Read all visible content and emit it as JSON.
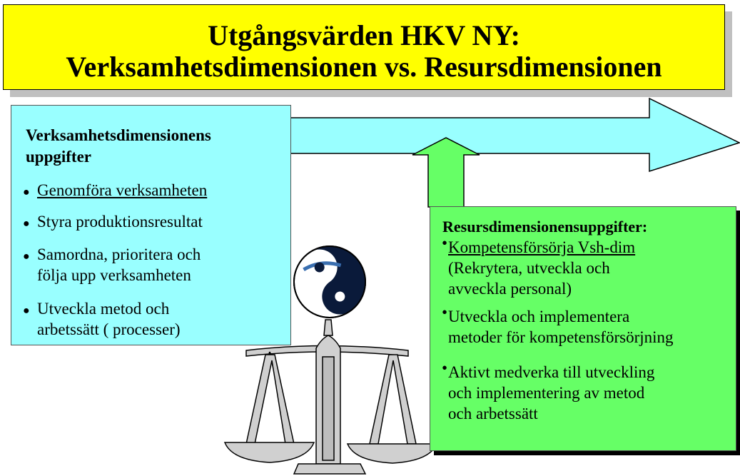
{
  "title": {
    "line1": "Utgångsvärden HKV NY:",
    "line2": "Verksamhetsdimensionen  vs.  Resursdimensionen"
  },
  "left_box": {
    "heading_line1": "Verksamhetsdimensionens",
    "heading_line2": "uppgifter",
    "items": [
      {
        "lines": [
          "Genomföra verksamheten"
        ]
      },
      {
        "lines": [
          "Styra produktionsresultat"
        ]
      },
      {
        "lines": [
          "Samordna, prioritera och",
          "följa upp verksamheten"
        ]
      },
      {
        "lines": [
          "Utveckla metod och",
          "arbetssätt ( processer)"
        ]
      }
    ]
  },
  "right_box": {
    "heading": "Resursdimensionensuppgifter:",
    "items": [
      {
        "lines": [
          "Kompetensförsörja Vsh-dim",
          "(Rekrytera, utveckla och",
          "avveckla personal)"
        ]
      },
      {
        "lines": [
          "Utveckla och implementera",
          "metoder för kompetensförsörjning"
        ]
      },
      {
        "lines": [
          "Aktivt medverka till utveckling",
          "och implementering av metod",
          "och arbetssätt"
        ]
      }
    ]
  },
  "colors": {
    "title_bg": "#ffff00",
    "cyan": "#99ffff",
    "green": "#66ff66"
  },
  "icons": [
    "right-arrow-icon",
    "up-arrow-icon",
    "yin-yang-icon",
    "balance-scale-icon"
  ]
}
